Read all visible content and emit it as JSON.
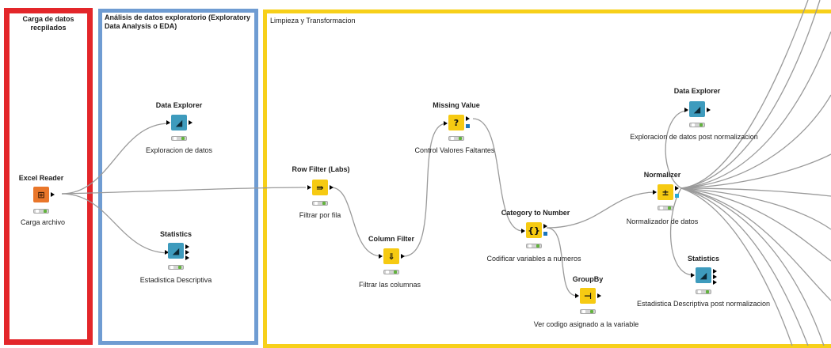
{
  "annotations": {
    "red": "Carga de datos\nrecpilados",
    "blue": "Análisis de datos exploratorio (Exploratory\nData Analysis o EDA)",
    "yellow": "Limpieza y Transformacion"
  },
  "nodes": {
    "excel_reader": {
      "name": "Excel Reader",
      "desc": "Carga archivo",
      "icon": "excel-reader-icon"
    },
    "data_explorer_1": {
      "name": "Data Explorer",
      "desc": "Exploracion de datos",
      "icon": "data-explorer-icon"
    },
    "statistics_1": {
      "name": "Statistics",
      "desc": "Estadistica Descriptiva",
      "icon": "statistics-icon"
    },
    "row_filter": {
      "name": "Row Filter (Labs)",
      "desc": "Filtrar por fila",
      "icon": "row-filter-icon"
    },
    "column_filter": {
      "name": "Column Filter",
      "desc": "Filtrar las columnas",
      "icon": "column-filter-icon"
    },
    "missing_value": {
      "name": "Missing Value",
      "desc": "Control Valores Faltantes",
      "icon": "missing-value-icon"
    },
    "category_to_number": {
      "name": "Category to Number",
      "desc": "Codificar variables a numeros",
      "icon": "category-to-number-icon"
    },
    "groupby": {
      "name": "GroupBy",
      "desc": "Ver codigo asignado a la variable",
      "icon": "groupby-icon"
    },
    "normalizer": {
      "name": "Normalizer",
      "desc": "Normalizador de datos",
      "icon": "normalizer-icon"
    },
    "data_explorer_2": {
      "name": "Data Explorer",
      "desc": "Exploracion de datos post normalizacion",
      "icon": "data-explorer-icon"
    },
    "statistics_2": {
      "name": "Statistics",
      "desc": "Estadistica Descriptiva post normalizacion",
      "icon": "statistics-icon"
    }
  },
  "colors": {
    "red_box": "#e3262a",
    "blue_box": "#6f9cd2",
    "yellow_box": "#f7d01a",
    "teal_node": "#3e9bbd",
    "yellow_node": "#f6ca12",
    "orange_node": "#e9762a",
    "wire": "#9a9a9a"
  }
}
